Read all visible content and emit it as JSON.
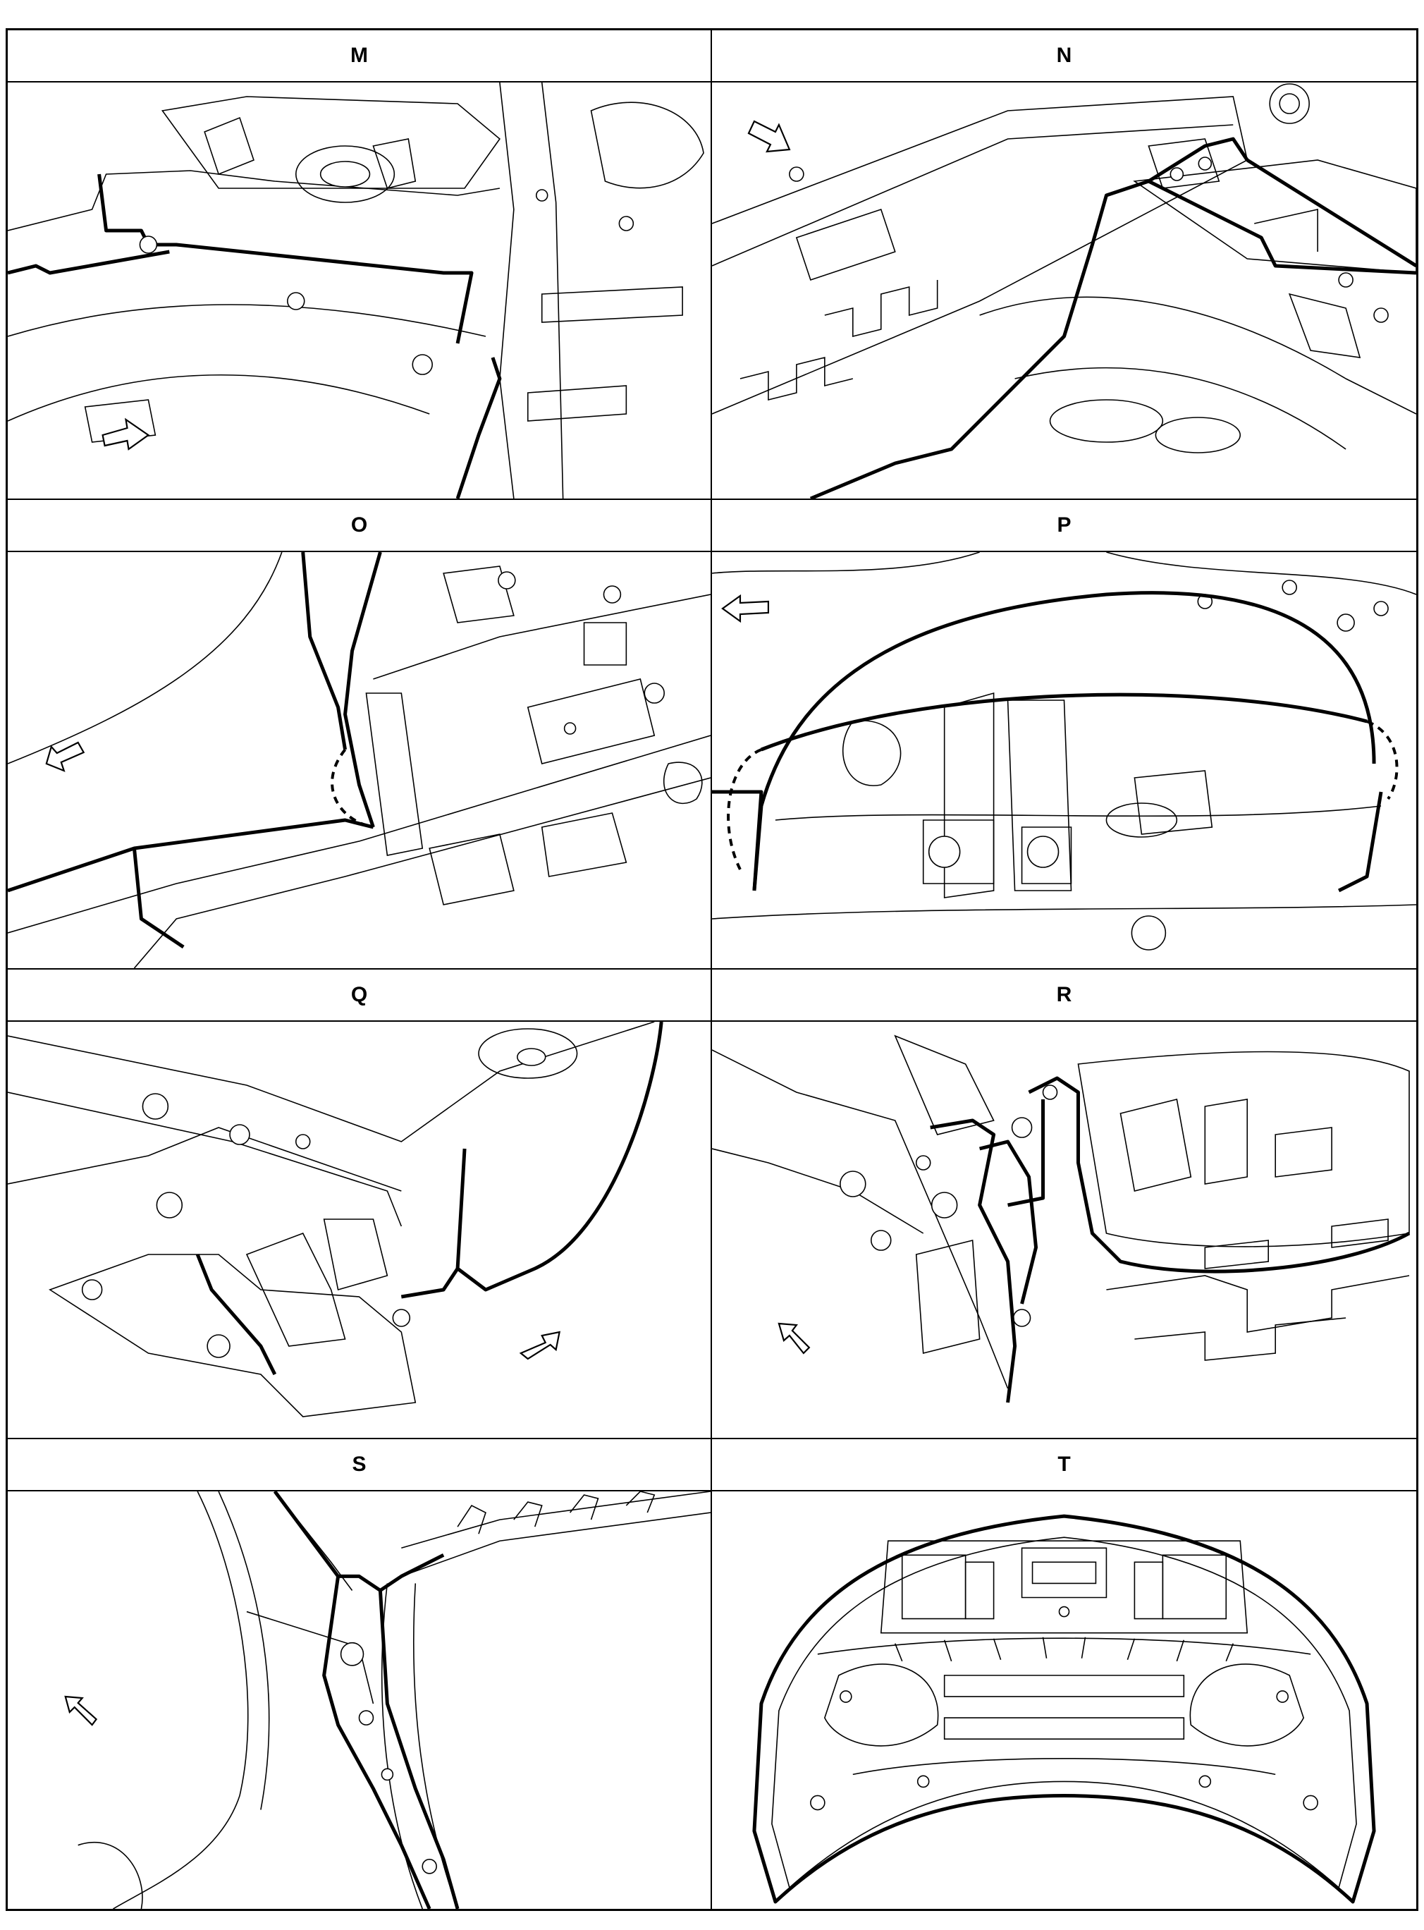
{
  "panels": [
    {
      "id": "M",
      "label": "M"
    },
    {
      "id": "N",
      "label": "N"
    },
    {
      "id": "O",
      "label": "O"
    },
    {
      "id": "P",
      "label": "P"
    },
    {
      "id": "Q",
      "label": "Q"
    },
    {
      "id": "R",
      "label": "R"
    },
    {
      "id": "S",
      "label": "S"
    },
    {
      "id": "T",
      "label": "T"
    }
  ],
  "icons": {
    "direction_arrow": "direction-arrow-icon"
  }
}
